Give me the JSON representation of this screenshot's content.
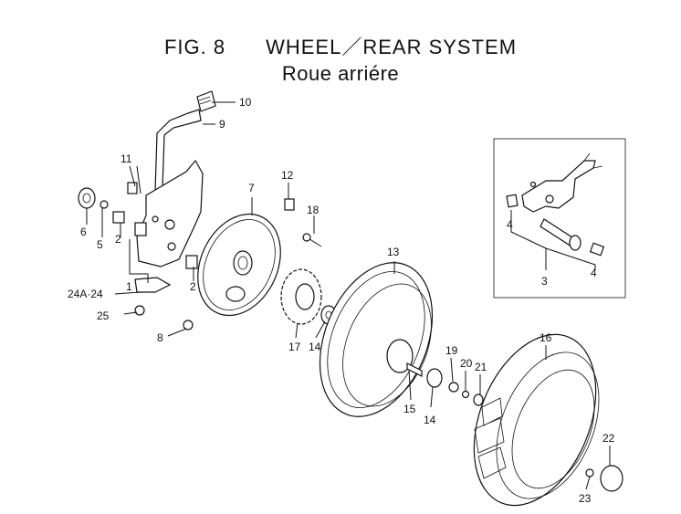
{
  "header": {
    "fig": "FIG. 8",
    "title": "WHEEL／REAR SYSTEM",
    "subtitle": "Roue arriére"
  },
  "callouts": {
    "c1": "1",
    "c2a": "2",
    "c2b": "2",
    "c3": "3",
    "c4a": "4",
    "c4b": "4",
    "c5": "5",
    "c6": "6",
    "c7": "7",
    "c8": "8",
    "c9": "9",
    "c10": "10",
    "c11": "11",
    "c12": "12",
    "c13": "13",
    "c14a": "14",
    "c14b": "14",
    "c15": "15",
    "c16": "16",
    "c17": "17",
    "c18": "18",
    "c19": "19",
    "c20": "20",
    "c21": "21",
    "c22": "22",
    "c23": "23",
    "c24": "24A·24",
    "c25": "25"
  }
}
